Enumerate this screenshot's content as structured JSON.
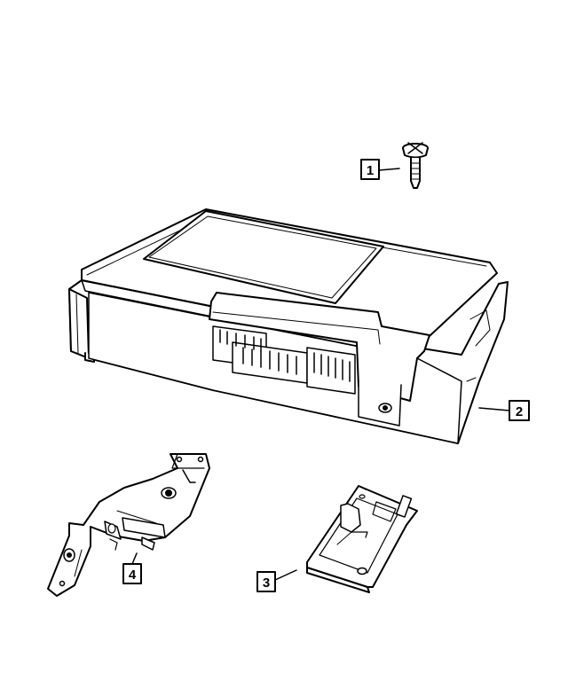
{
  "callouts": [
    {
      "id": "callout-1",
      "label": "1"
    },
    {
      "id": "callout-2",
      "label": "2"
    },
    {
      "id": "callout-3",
      "label": "3"
    },
    {
      "id": "callout-4",
      "label": "4"
    }
  ],
  "colors": {
    "line": "#000000",
    "fill": "#ffffff",
    "background": "#ffffff"
  }
}
